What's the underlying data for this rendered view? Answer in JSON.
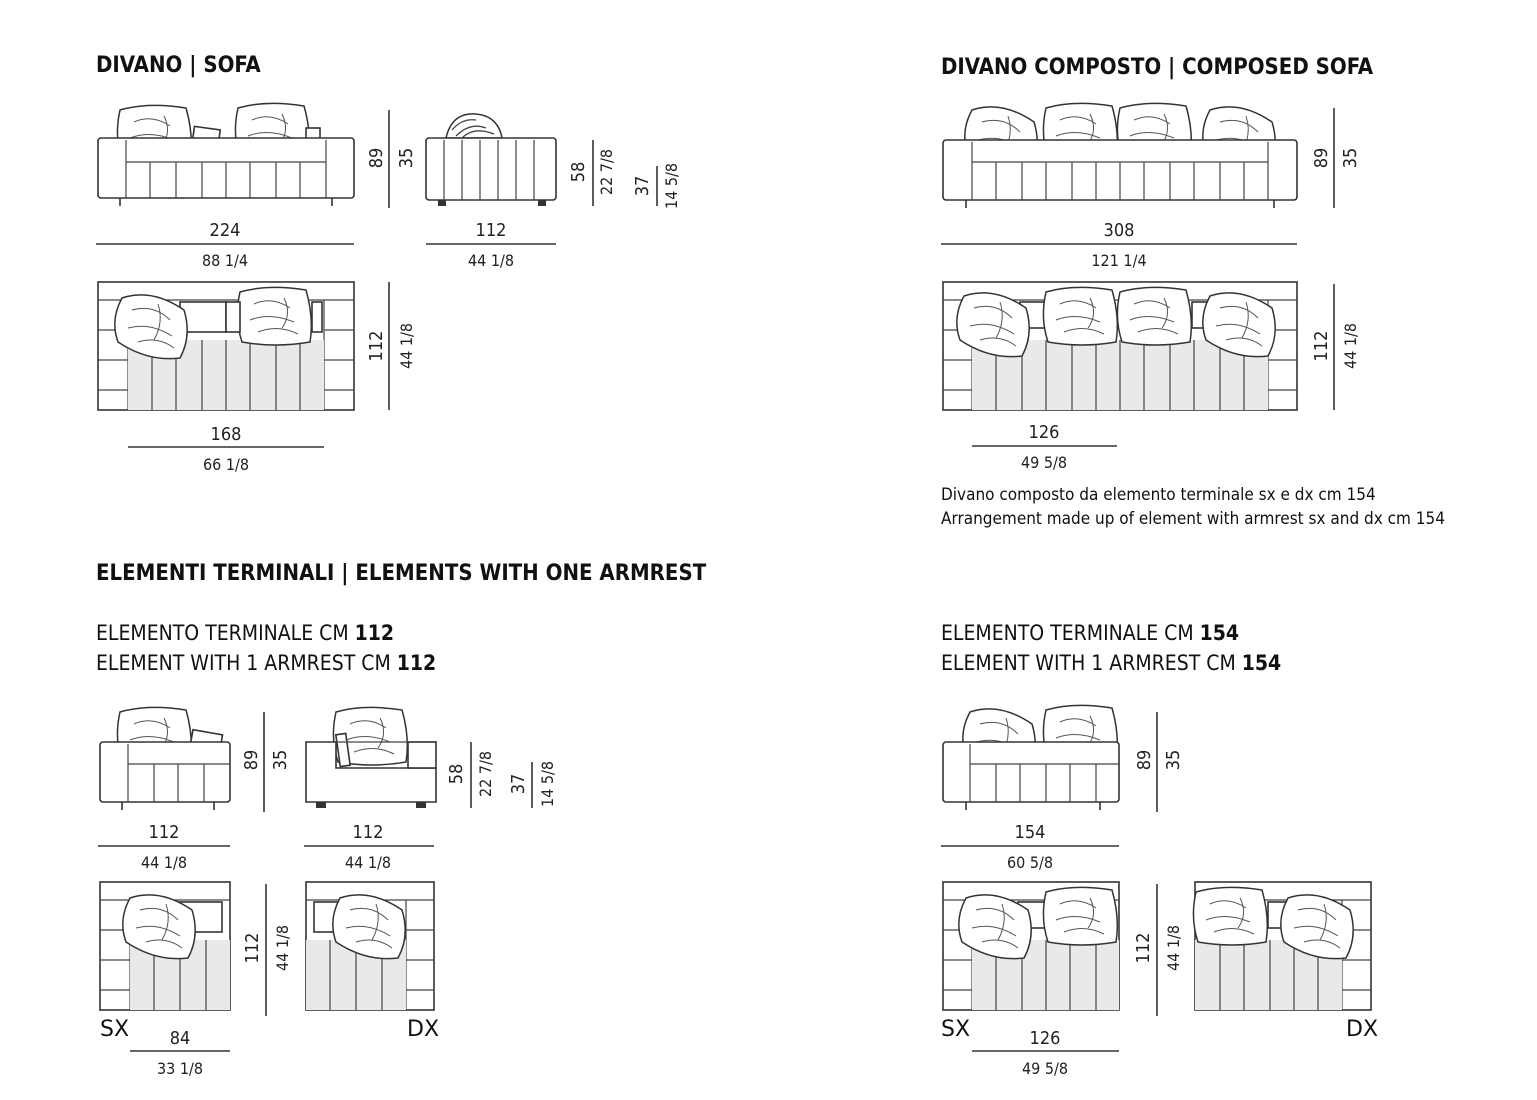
{
  "headings": {
    "sofa": "DIVANO | SOFA",
    "composed": "DIVANO COMPOSTO | COMPOSED SOFA",
    "terminals": "ELEMENTI TERMINALI | ELEMENTS WITH ONE ARMREST"
  },
  "note": {
    "line1": "Divano composto da elemento terminale sx e dx cm 154",
    "line2": "Arrangement made up of element with armrest sx and dx cm 154"
  },
  "element112": {
    "line1_prefix": "ELEMENTO TERMINALE CM ",
    "line1_value": "112",
    "line2_prefix": "ELEMENT WITH 1 ARMREST CM ",
    "line2_value": "112"
  },
  "element154": {
    "line1_prefix": "ELEMENTO TERMINALE CM ",
    "line1_value": "154",
    "line2_prefix": "ELEMENT WITH 1 ARMREST CM ",
    "line2_value": "154"
  },
  "side_labels": {
    "sx": "SX",
    "dx": "DX"
  },
  "dimensions": {
    "sofa_front_width_cm": "224",
    "sofa_front_width_in": "88 1/4",
    "sofa_total_height_cm": "89",
    "sofa_total_height_in": "35",
    "sofa_side_depth_cm": "112",
    "sofa_side_depth_in": "44 1/8",
    "sofa_seat_height_cm": "58",
    "sofa_seat_height_in": "22 7/8",
    "sofa_arm_height_cm": "37",
    "sofa_arm_height_in": "14 5/8",
    "sofa_plan_depth_cm": "112",
    "sofa_plan_depth_in": "44 1/8",
    "sofa_plan_seat_cm": "168",
    "sofa_plan_seat_in": "66 1/8",
    "comp_front_width_cm": "308",
    "comp_front_width_in": "121 1/4",
    "comp_height_cm": "89",
    "comp_height_in": "35",
    "comp_plan_depth_cm": "112",
    "comp_plan_depth_in": "44 1/8",
    "comp_plan_seat_cm": "126",
    "comp_plan_seat_in": "49 5/8",
    "e112_front_width_cm": "112",
    "e112_front_width_in": "44 1/8",
    "e112_height_cm": "89",
    "e112_height_in": "35",
    "e112_side_width_cm": "112",
    "e112_side_width_in": "44 1/8",
    "e112_seat_height_cm": "58",
    "e112_seat_height_in": "22 7/8",
    "e112_arm_height_cm": "37",
    "e112_arm_height_in": "14 5/8",
    "e112_plan_depth_cm": "112",
    "e112_plan_depth_in": "44 1/8",
    "e112_plan_seat_cm": "84",
    "e112_plan_seat_in": "33 1/8",
    "e154_front_width_cm": "154",
    "e154_front_width_in": "60 5/8",
    "e154_height_cm": "89",
    "e154_height_in": "35",
    "e154_plan_depth_cm": "112",
    "e154_plan_depth_in": "44 1/8",
    "e154_plan_seat_cm": "126",
    "e154_plan_seat_in": "49 5/8"
  }
}
